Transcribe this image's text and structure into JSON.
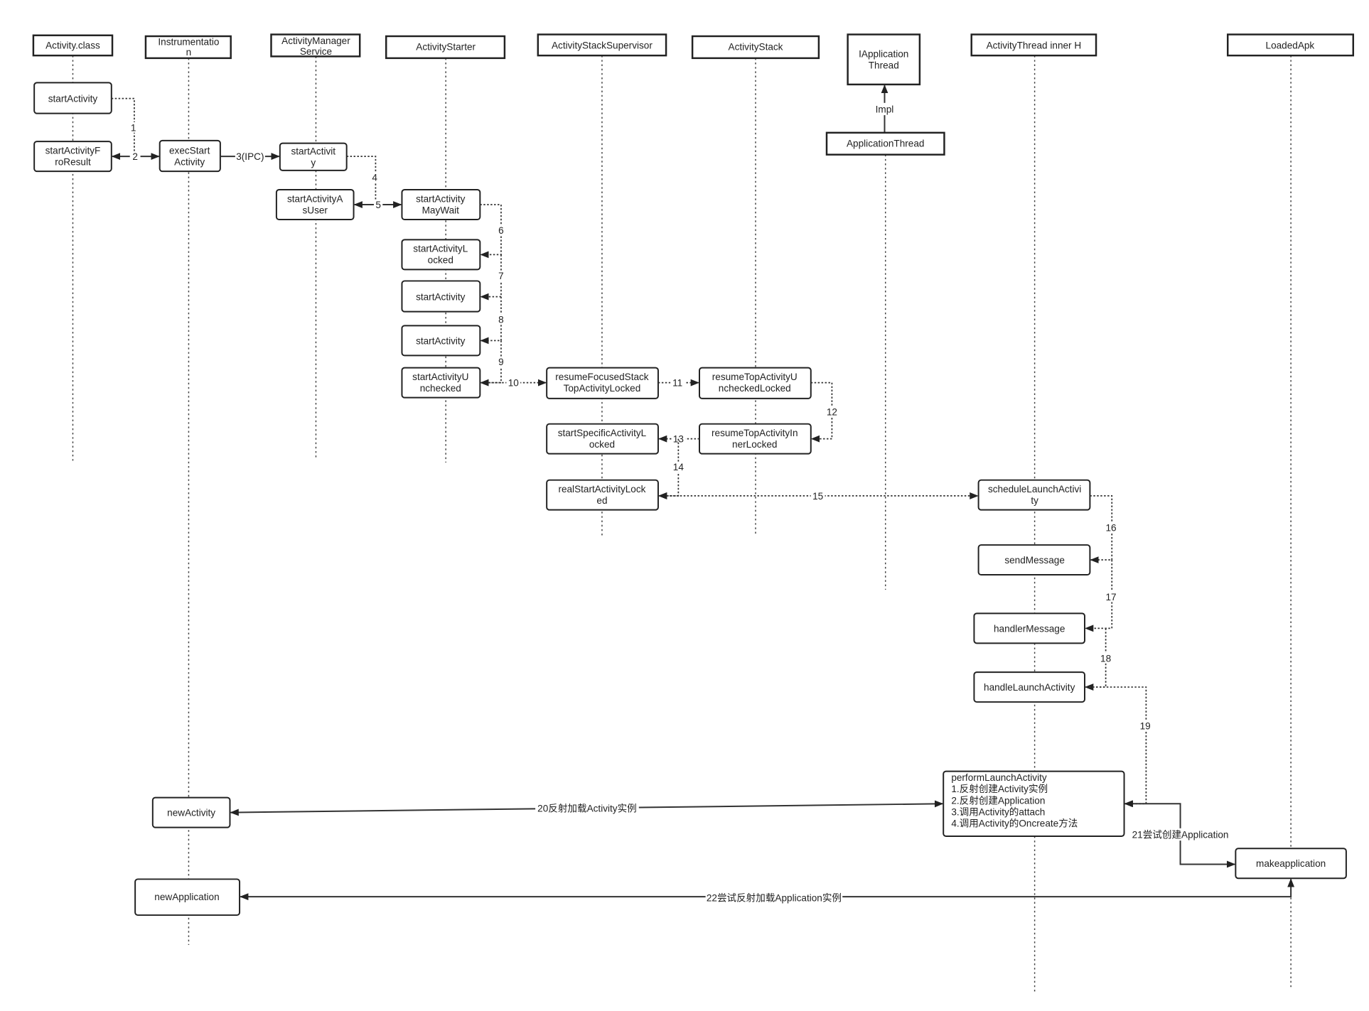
{
  "headers": [
    {
      "lines": [
        "Activity.class"
      ]
    },
    {
      "lines": [
        "Instrumentatio",
        "n"
      ]
    },
    {
      "lines": [
        "ActivityManager",
        "Service"
      ]
    },
    {
      "lines": [
        "ActivityStarter"
      ]
    },
    {
      "lines": [
        "ActivityStackSupervisor"
      ]
    },
    {
      "lines": [
        "ActivityStack"
      ]
    },
    {
      "lines": [
        "IApplication",
        "Thread"
      ]
    },
    {
      "lines": [
        "ApplicationThread"
      ]
    },
    {
      "lines": [
        "ActivityThread inner H"
      ]
    },
    {
      "lines": [
        "LoadedApk"
      ]
    }
  ],
  "impl_label": "Impl",
  "boxes": {
    "start_activity": [
      "startActivity"
    ],
    "start_activity_for_result": [
      "startActivityF",
      "roResult"
    ],
    "exec_start_activity": [
      "execStart",
      "Activity"
    ],
    "ams_start_activity": [
      "startActivit",
      "y"
    ],
    "start_activity_as_user": [
      "startActivityA",
      "sUser"
    ],
    "start_activity_may_wait": [
      "startActivity",
      "MayWait"
    ],
    "start_activity_locked": [
      "startActivityL",
      "ocked"
    ],
    "starter_start_activity_1": [
      "startActivity"
    ],
    "starter_start_activity_2": [
      "startActivity"
    ],
    "start_activity_unchecked": [
      "startActivityU",
      "nchecked"
    ],
    "resume_focused": [
      "resumeFocusedStack",
      "TopActivityLocked"
    ],
    "resume_top_unchecked": [
      "resumeTopActivityU",
      "ncheckedLocked"
    ],
    "start_specific": [
      "startSpecificActivityL",
      "ocked"
    ],
    "resume_top_inner": [
      "resumeTopActivityIn",
      "nerLocked"
    ],
    "real_start": [
      "realStartActivityLock",
      "ed"
    ],
    "schedule_launch": [
      "scheduleLaunchActivi",
      "ty"
    ],
    "send_message": [
      "sendMessage"
    ],
    "handler_message": [
      "handlerMessage"
    ],
    "handle_launch": [
      "handleLaunchActivity"
    ],
    "perform_launch": [
      "performLaunchActivity",
      "1.反射创建Activity实例",
      "2.反射创建Application",
      "3.调用Activity的attach",
      "4.调用Activity的Oncreate方法"
    ],
    "new_activity": [
      "newActivity"
    ],
    "new_application": [
      "newApplication"
    ],
    "make_application": [
      "makeapplication"
    ]
  },
  "messages": [
    "1",
    "2",
    "3(IPC)",
    "4",
    "5",
    "6",
    "7",
    "8",
    "9",
    "10",
    "11",
    "12",
    "13",
    "14",
    "15",
    "16",
    "17",
    "18",
    "19",
    "20反射加载Activity实例",
    "21尝试创建Application",
    "22尝试反射加载Application实例"
  ]
}
